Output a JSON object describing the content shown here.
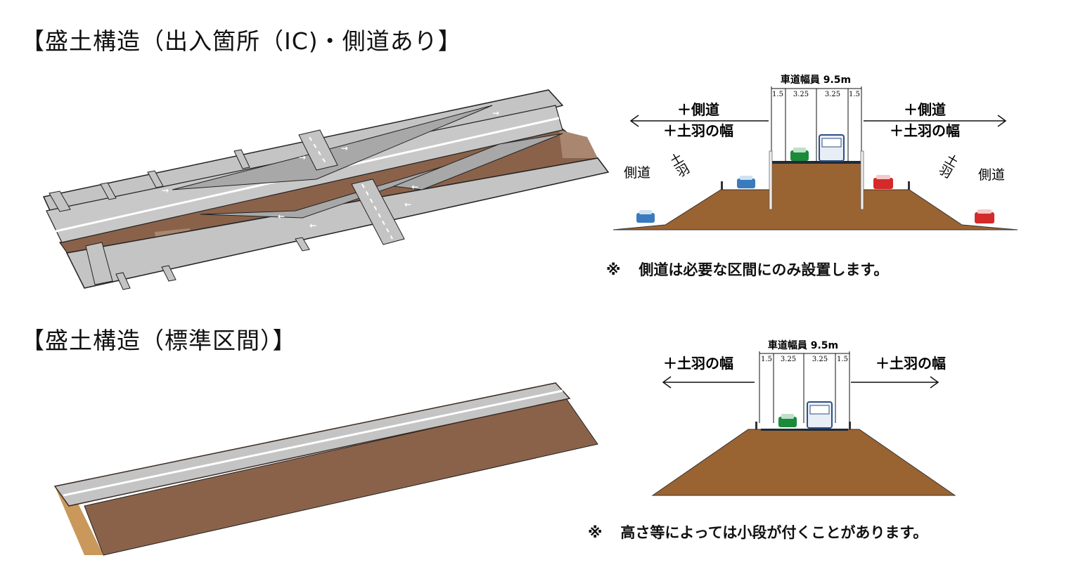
{
  "sections": [
    {
      "title": "【盛土構造（出入箇所（IC)・側道あり】",
      "note_mark": "※",
      "note_text": "側道は必要な区間にのみ設置します。",
      "cross_section": {
        "carriageway_label": "車道幅員 9.5m",
        "lane_widths": [
          "1.5",
          "3.25",
          "3.25",
          "1.5"
        ],
        "left_label_top": "＋側道",
        "left_label_bottom": "＋土羽の幅",
        "right_label_top": "＋側道",
        "right_label_bottom": "＋土羽の幅",
        "side_road_left": "側道",
        "side_road_right": "側道",
        "slope_left": "土羽",
        "slope_right": "土羽",
        "colors": {
          "earth": "#9a6332",
          "road": "#1f2a36",
          "car_green": "#1b8a3a",
          "car_blue": "#3a7bbd",
          "car_red": "#d42a2a",
          "bus": "#e8eef5"
        }
      }
    },
    {
      "title": "【盛土構造（標準区間）】",
      "note_mark": "※",
      "note_text": "高さ等によっては小段が付くことがあります。",
      "cross_section": {
        "carriageway_label": "車道幅員 9.5m",
        "lane_widths": [
          "1.5",
          "3.25",
          "3.25",
          "1.5"
        ],
        "left_label": "＋土羽の幅",
        "right_label": "＋土羽の幅",
        "colors": {
          "earth": "#9a6332",
          "road": "#1f2a36",
          "car_green": "#1b8a3a",
          "bus": "#e8eef5"
        }
      }
    }
  ],
  "perspective_colors": {
    "asphalt": "#c4c4c4",
    "asphalt_dark": "#a8a8a8",
    "embankment": "#8a624a",
    "embankment_light": "#a88670",
    "line": "#ffffff",
    "edge": "#222222",
    "slope_end": "#c9985a"
  }
}
